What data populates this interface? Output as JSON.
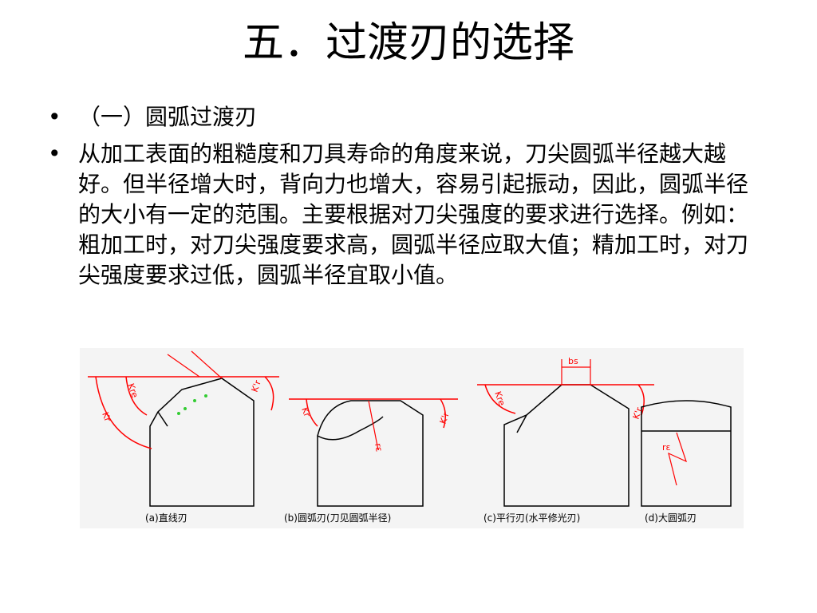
{
  "slide": {
    "title": "五．过渡刃的选择",
    "bullets": [
      {
        "marker": "•",
        "text": "（一）圆弧过渡刃"
      },
      {
        "marker": "•",
        "text": "从加工表面的粗糙度和刀具寿命的角度来说，刀尖圆弧半径越大越好。但半径增大时，背向力也增大，容易引起振动，因此，圆弧半径的大小有一定的范围。主要根据对刀尖强度的要求进行选择。例如：粗加工时，对刀尖强度要求高，圆弧半径应取大值；精加工时，对刀尖强度要求过低，圆弧半径宜取小值。"
      }
    ]
  },
  "figure": {
    "captions": {
      "a": "(a)直线刃",
      "b": "(b)圆弧刃(刀见圆弧半径)",
      "c": "(c)平行刃(水平修光刃)",
      "d": "(d)大圆弧刃"
    },
    "labels": {
      "kr": "Kr",
      "kre": "Kre",
      "krp": "K'r",
      "bs": "bs",
      "re": "rε"
    },
    "colors": {
      "outline": "#000000",
      "dimension": "#ff0000",
      "marks": "#33cc33",
      "background": "#f4f4f4"
    }
  }
}
